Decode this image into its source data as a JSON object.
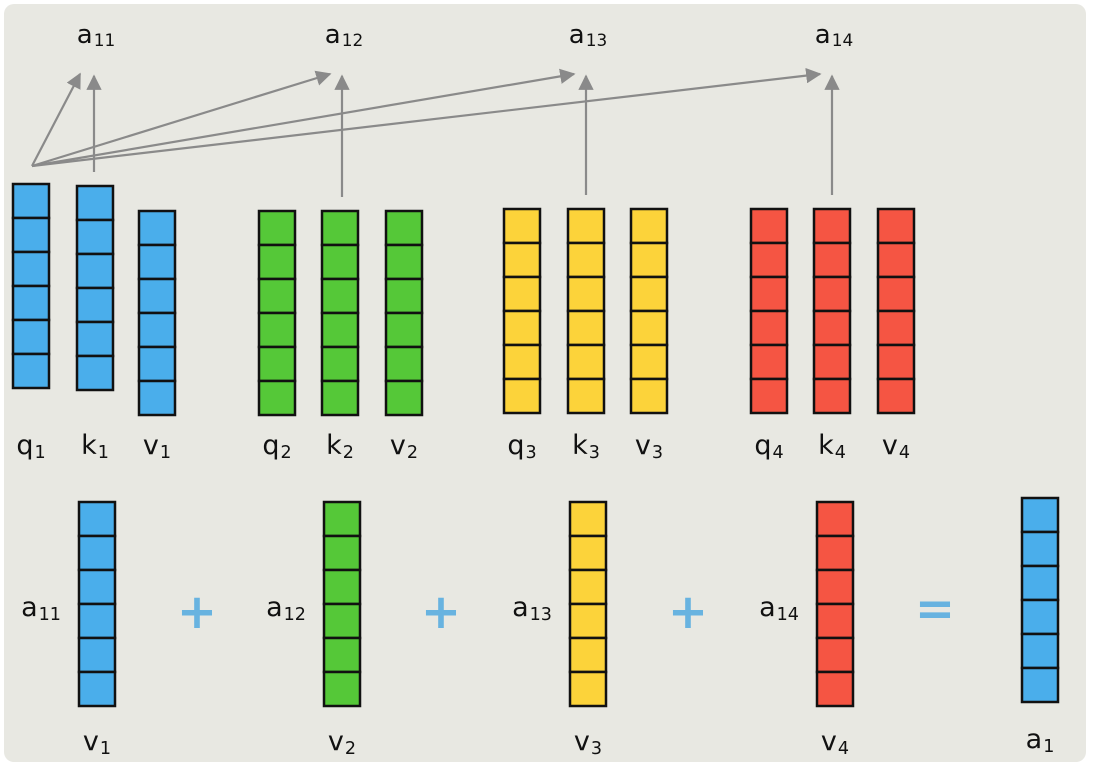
{
  "colors": {
    "blue": "#4aaeeb",
    "green": "#55c838",
    "yellow": "#fcd33a",
    "red": "#f55543",
    "operator": "#68b3e0",
    "arrow": "#8a8a8a",
    "stroke": "#111111",
    "background": "#e8e8e2"
  },
  "attention_labels": [
    {
      "base": "a",
      "sub": "11"
    },
    {
      "base": "a",
      "sub": "12"
    },
    {
      "base": "a",
      "sub": "13"
    },
    {
      "base": "a",
      "sub": "14"
    }
  ],
  "groups": [
    {
      "color": "blue",
      "vectors": [
        {
          "base": "q",
          "sub": "1"
        },
        {
          "base": "k",
          "sub": "1"
        },
        {
          "base": "v",
          "sub": "1"
        }
      ]
    },
    {
      "color": "green",
      "vectors": [
        {
          "base": "q",
          "sub": "2"
        },
        {
          "base": "k",
          "sub": "2"
        },
        {
          "base": "v",
          "sub": "2"
        }
      ]
    },
    {
      "color": "yellow",
      "vectors": [
        {
          "base": "q",
          "sub": "3"
        },
        {
          "base": "k",
          "sub": "3"
        },
        {
          "base": "v",
          "sub": "3"
        }
      ]
    },
    {
      "color": "red",
      "vectors": [
        {
          "base": "q",
          "sub": "4"
        },
        {
          "base": "k",
          "sub": "4"
        },
        {
          "base": "v",
          "sub": "4"
        }
      ]
    }
  ],
  "sum_terms": [
    {
      "weight": {
        "base": "a",
        "sub": "11"
      },
      "vector": {
        "base": "v",
        "sub": "1"
      },
      "color": "blue"
    },
    {
      "weight": {
        "base": "a",
        "sub": "12"
      },
      "vector": {
        "base": "v",
        "sub": "2"
      },
      "color": "green"
    },
    {
      "weight": {
        "base": "a",
        "sub": "13"
      },
      "vector": {
        "base": "v",
        "sub": "3"
      },
      "color": "yellow"
    },
    {
      "weight": {
        "base": "a",
        "sub": "14"
      },
      "vector": {
        "base": "v",
        "sub": "4"
      },
      "color": "red"
    }
  ],
  "operators": {
    "plus": "+",
    "equals": "="
  },
  "result": {
    "base": "a",
    "sub": "1",
    "color": "blue"
  },
  "cells_per_vector": 6
}
